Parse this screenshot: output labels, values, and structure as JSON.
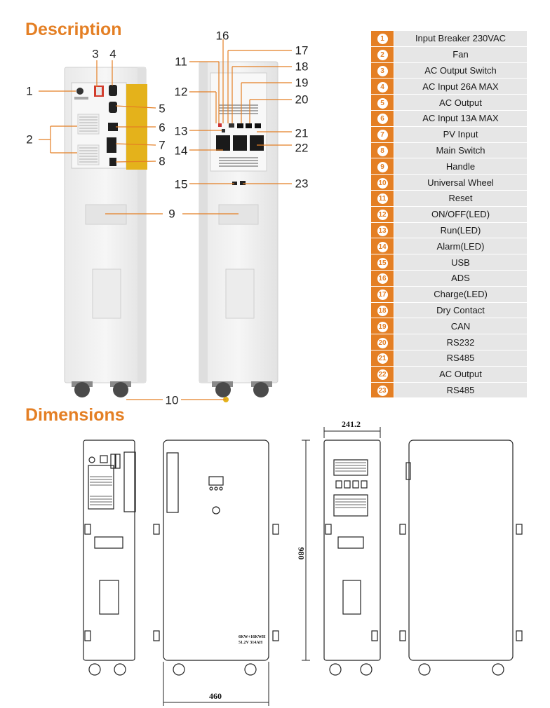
{
  "headings": {
    "description": "Description",
    "dimensions": "Dimensions"
  },
  "callouts": [
    "1",
    "2",
    "3",
    "4",
    "5",
    "6",
    "7",
    "8",
    "9",
    "10",
    "11",
    "12",
    "13",
    "14",
    "15",
    "16",
    "17",
    "18",
    "19",
    "20",
    "21",
    "22",
    "23"
  ],
  "legend": [
    {
      "num": "1",
      "label": "Input Breaker 230VAC"
    },
    {
      "num": "2",
      "label": "Fan"
    },
    {
      "num": "3",
      "label": "AC Output Switch"
    },
    {
      "num": "4",
      "label": "AC Input 26A MAX"
    },
    {
      "num": "5",
      "label": "AC Output"
    },
    {
      "num": "6",
      "label": "AC Input 13A MAX"
    },
    {
      "num": "7",
      "label": "PV Input"
    },
    {
      "num": "8",
      "label": "Main Switch"
    },
    {
      "num": "9",
      "label": "Handle"
    },
    {
      "num": "10",
      "label": "Universal Wheel"
    },
    {
      "num": "11",
      "label": "Reset"
    },
    {
      "num": "12",
      "label": "ON/OFF(LED)"
    },
    {
      "num": "13",
      "label": "Run(LED)"
    },
    {
      "num": "14",
      "label": "Alarm(LED)"
    },
    {
      "num": "15",
      "label": "USB"
    },
    {
      "num": "16",
      "label": "ADS"
    },
    {
      "num": "17",
      "label": "Charge(LED)"
    },
    {
      "num": "18",
      "label": "Dry Contact"
    },
    {
      "num": "19",
      "label": "CAN"
    },
    {
      "num": "20",
      "label": "RS232"
    },
    {
      "num": "21",
      "label": "RS485"
    },
    {
      "num": "22",
      "label": "AC Output"
    },
    {
      "num": "23",
      "label": "RS485"
    }
  ],
  "dimensions": {
    "depth": "241.2",
    "height": "980",
    "width": "460"
  },
  "front_label": {
    "line1": "6KW+16KWH",
    "line2": "51.2V 314AH"
  },
  "colors": {
    "accent": "#e47f24",
    "cell_bg": "#e6e6e6",
    "panel_yellow": "#e4b21b"
  }
}
